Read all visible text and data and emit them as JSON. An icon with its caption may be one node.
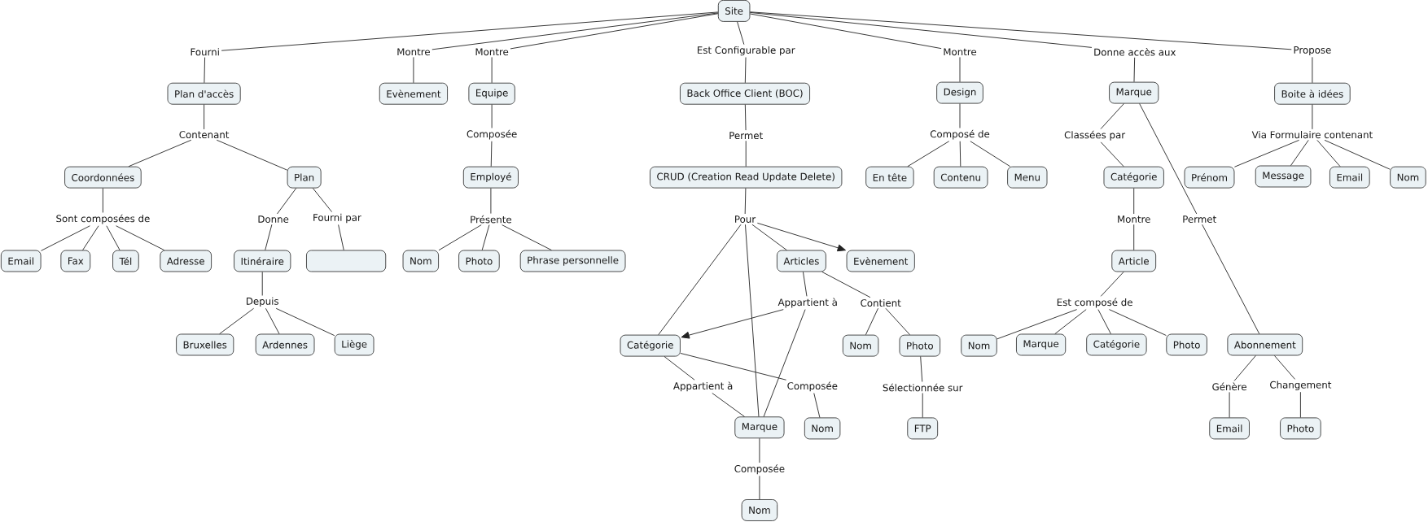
{
  "diagram": {
    "nodes": [
      {
        "text": [
          "Site"
        ]
      },
      {
        "text": [
          "Fourni"
        ]
      },
      {
        "text": [
          "Montre"
        ]
      },
      {
        "text": [
          "Montre"
        ]
      },
      {
        "text": [
          "Est Configurable par"
        ]
      },
      {
        "text": [
          "Montre"
        ]
      },
      {
        "text": [
          "Donne accès aux"
        ]
      },
      {
        "text": [
          "Propose"
        ]
      },
      {
        "text": [
          "Plan d'accès"
        ]
      },
      {
        "text": [
          "Evènement"
        ]
      },
      {
        "text": [
          "Equipe"
        ]
      },
      {
        "text": [
          "Back Office Client (BOC)"
        ]
      },
      {
        "text": [
          "Design"
        ]
      },
      {
        "text": [
          "Marque"
        ]
      },
      {
        "text": [
          "Boite à idées"
        ]
      },
      {
        "text": [
          "Contenant"
        ]
      },
      {
        "text": [
          "Composée"
        ]
      },
      {
        "text": [
          "Permet"
        ]
      },
      {
        "text": [
          "Composé de"
        ]
      },
      {
        "text": [
          "Classées par"
        ]
      },
      {
        "text": [
          "Via Formulaire contenant"
        ]
      },
      {
        "text": [
          "Coordonnées"
        ]
      },
      {
        "text": [
          "Plan"
        ]
      },
      {
        "text": [
          "Employé"
        ]
      },
      {
        "text": [
          "CRUD (Creation Read Update Delete)"
        ]
      },
      {
        "text": [
          "En tête"
        ]
      },
      {
        "text": [
          "Contenu"
        ]
      },
      {
        "text": [
          "Menu"
        ]
      },
      {
        "text": [
          "Catégorie"
        ]
      },
      {
        "text": [
          "Prénom"
        ]
      },
      {
        "text": [
          "Message"
        ]
      },
      {
        "text": [
          "Email"
        ]
      },
      {
        "text": [
          "Nom"
        ]
      },
      {
        "text": [
          "Sont composées de"
        ]
      },
      {
        "text": [
          "Donne"
        ]
      },
      {
        "text": [
          "Fourni par"
        ]
      },
      {
        "text": [
          "Présente"
        ]
      },
      {
        "text": [
          "Pour"
        ]
      },
      {
        "text": [
          "Montre"
        ]
      },
      {
        "text": [
          "Permet"
        ]
      },
      {
        "text": [
          "Email"
        ]
      },
      {
        "text": [
          "Fax"
        ]
      },
      {
        "text": [
          "Tél"
        ]
      },
      {
        "text": [
          "Adresse"
        ]
      },
      {
        "text": [
          "Itinéraire"
        ]
      },
      {
        "text": [],
        "shape": "box"
      },
      {
        "text": [
          "Nom"
        ]
      },
      {
        "text": [
          "Photo"
        ]
      },
      {
        "text": [
          "Phrase personnelle"
        ]
      },
      {
        "text": [
          "Articles"
        ]
      },
      {
        "text": [
          "Evènement"
        ]
      },
      {
        "text": [
          "Article"
        ]
      },
      {
        "text": [
          "Depuis"
        ]
      },
      {
        "text": [
          "Appartient à"
        ]
      },
      {
        "text": [
          "Contient"
        ]
      },
      {
        "text": [
          "Est composé de"
        ]
      },
      {
        "text": [
          "Bruxelles"
        ]
      },
      {
        "text": [
          "Ardennes"
        ]
      },
      {
        "text": [
          "Liège"
        ]
      },
      {
        "text": [
          "Catégorie"
        ]
      },
      {
        "text": [
          "Nom"
        ]
      },
      {
        "text": [
          "Photo"
        ]
      },
      {
        "text": [
          "Nom"
        ]
      },
      {
        "text": [
          "Marque"
        ]
      },
      {
        "text": [
          "Catégorie"
        ]
      },
      {
        "text": [
          "Photo"
        ]
      },
      {
        "text": [
          "Abonnement"
        ]
      },
      {
        "text": [
          "Appartient à"
        ]
      },
      {
        "text": [
          "Composée"
        ]
      },
      {
        "text": [
          "Sélectionnée sur"
        ]
      },
      {
        "text": [
          "Génère"
        ]
      },
      {
        "text": [
          "Changement"
        ]
      },
      {
        "text": [
          "Marque"
        ]
      },
      {
        "text": [
          "Nom"
        ]
      },
      {
        "text": [
          "FTP"
        ]
      },
      {
        "text": [
          "Email"
        ]
      },
      {
        "text": [
          "Photo"
        ]
      },
      {
        "text": [
          "Composée"
        ]
      },
      {
        "text": [
          "Nom"
        ]
      }
    ],
    "edges": [
      {
        "from": 0,
        "to": 1,
        "arrow": "none"
      },
      {
        "from": 1,
        "to": 8,
        "arrow": "none"
      },
      {
        "from": 0,
        "to": 2,
        "arrow": "none"
      },
      {
        "from": 2,
        "to": 9,
        "arrow": "none"
      },
      {
        "from": 0,
        "to": 3,
        "arrow": "none"
      },
      {
        "from": 3,
        "to": 10,
        "arrow": "none"
      },
      {
        "from": 0,
        "to": 4,
        "arrow": "none"
      },
      {
        "from": 4,
        "to": 11,
        "arrow": "none"
      },
      {
        "from": 0,
        "to": 5,
        "arrow": "none"
      },
      {
        "from": 5,
        "to": 12,
        "arrow": "none"
      },
      {
        "from": 0,
        "to": 6,
        "arrow": "none"
      },
      {
        "from": 6,
        "to": 13,
        "arrow": "none"
      },
      {
        "from": 0,
        "to": 7,
        "arrow": "none"
      },
      {
        "from": 7,
        "to": 14,
        "arrow": "none"
      },
      {
        "from": 8,
        "to": 15,
        "arrow": "none"
      },
      {
        "from": 15,
        "to": 21,
        "arrow": "none"
      },
      {
        "from": 15,
        "to": 22,
        "arrow": "none"
      },
      {
        "from": 10,
        "to": 16,
        "arrow": "none"
      },
      {
        "from": 16,
        "to": 23,
        "arrow": "none"
      },
      {
        "from": 11,
        "to": 17,
        "arrow": "none"
      },
      {
        "from": 17,
        "to": 24,
        "arrow": "none"
      },
      {
        "from": 12,
        "to": 18,
        "arrow": "none"
      },
      {
        "from": 18,
        "to": 25,
        "arrow": "none"
      },
      {
        "from": 18,
        "to": 26,
        "arrow": "none"
      },
      {
        "from": 18,
        "to": 27,
        "arrow": "none"
      },
      {
        "from": 13,
        "to": 19,
        "arrow": "none"
      },
      {
        "from": 19,
        "to": 28,
        "arrow": "none"
      },
      {
        "from": 14,
        "to": 20,
        "arrow": "none"
      },
      {
        "from": 20,
        "to": 29,
        "arrow": "none"
      },
      {
        "from": 20,
        "to": 30,
        "arrow": "none"
      },
      {
        "from": 20,
        "to": 31,
        "arrow": "none"
      },
      {
        "from": 20,
        "to": 32,
        "arrow": "none"
      },
      {
        "from": 21,
        "to": 33,
        "arrow": "none"
      },
      {
        "from": 33,
        "to": 40,
        "arrow": "none"
      },
      {
        "from": 33,
        "to": 41,
        "arrow": "none"
      },
      {
        "from": 33,
        "to": 42,
        "arrow": "none"
      },
      {
        "from": 33,
        "to": 43,
        "arrow": "none"
      },
      {
        "from": 22,
        "to": 34,
        "arrow": "none"
      },
      {
        "from": 34,
        "to": 44,
        "arrow": "none"
      },
      {
        "from": 22,
        "to": 35,
        "arrow": "none"
      },
      {
        "from": 35,
        "to": 45,
        "arrow": "none"
      },
      {
        "from": 23,
        "to": 36,
        "arrow": "none"
      },
      {
        "from": 36,
        "to": 46,
        "arrow": "none"
      },
      {
        "from": 36,
        "to": 47,
        "arrow": "none"
      },
      {
        "from": 36,
        "to": 48,
        "arrow": "none"
      },
      {
        "from": 24,
        "to": 37,
        "arrow": "none"
      },
      {
        "from": 37,
        "to": 59,
        "arrow": "none"
      },
      {
        "from": 37,
        "to": 72,
        "arrow": "none"
      },
      {
        "from": 37,
        "to": 49,
        "arrow": "none"
      },
      {
        "from": 37,
        "to": 50,
        "arrow": "to"
      },
      {
        "from": 28,
        "to": 38,
        "arrow": "none"
      },
      {
        "from": 38,
        "to": 51,
        "arrow": "none"
      },
      {
        "from": 13,
        "to": 39,
        "arrow": "none"
      },
      {
        "from": 39,
        "to": 66,
        "arrow": "none"
      },
      {
        "from": 44,
        "to": 52,
        "arrow": "none"
      },
      {
        "from": 52,
        "to": 56,
        "arrow": "none"
      },
      {
        "from": 52,
        "to": 57,
        "arrow": "none"
      },
      {
        "from": 52,
        "to": 58,
        "arrow": "none"
      },
      {
        "from": 49,
        "to": 53,
        "arrow": "none"
      },
      {
        "from": 53,
        "to": 59,
        "arrow": "to"
      },
      {
        "from": 53,
        "to": 72,
        "arrow": "none"
      },
      {
        "from": 49,
        "to": 54,
        "arrow": "none"
      },
      {
        "from": 54,
        "to": 60,
        "arrow": "none"
      },
      {
        "from": 54,
        "to": 61,
        "arrow": "none"
      },
      {
        "from": 51,
        "to": 55,
        "arrow": "none"
      },
      {
        "from": 55,
        "to": 62,
        "arrow": "none"
      },
      {
        "from": 55,
        "to": 63,
        "arrow": "none"
      },
      {
        "from": 55,
        "to": 64,
        "arrow": "none"
      },
      {
        "from": 55,
        "to": 65,
        "arrow": "none"
      },
      {
        "from": 59,
        "to": 67,
        "arrow": "none"
      },
      {
        "from": 67,
        "to": 72,
        "arrow": "none"
      },
      {
        "from": 59,
        "to": 68,
        "arrow": "none"
      },
      {
        "from": 68,
        "to": 73,
        "arrow": "none"
      },
      {
        "from": 61,
        "to": 69,
        "arrow": "none"
      },
      {
        "from": 69,
        "to": 74,
        "arrow": "none"
      },
      {
        "from": 66,
        "to": 70,
        "arrow": "none"
      },
      {
        "from": 70,
        "to": 75,
        "arrow": "none"
      },
      {
        "from": 66,
        "to": 71,
        "arrow": "none"
      },
      {
        "from": 71,
        "to": 76,
        "arrow": "none"
      },
      {
        "from": 72,
        "to": 77,
        "arrow": "none"
      },
      {
        "from": 77,
        "to": 78,
        "arrow": "none"
      }
    ]
  }
}
